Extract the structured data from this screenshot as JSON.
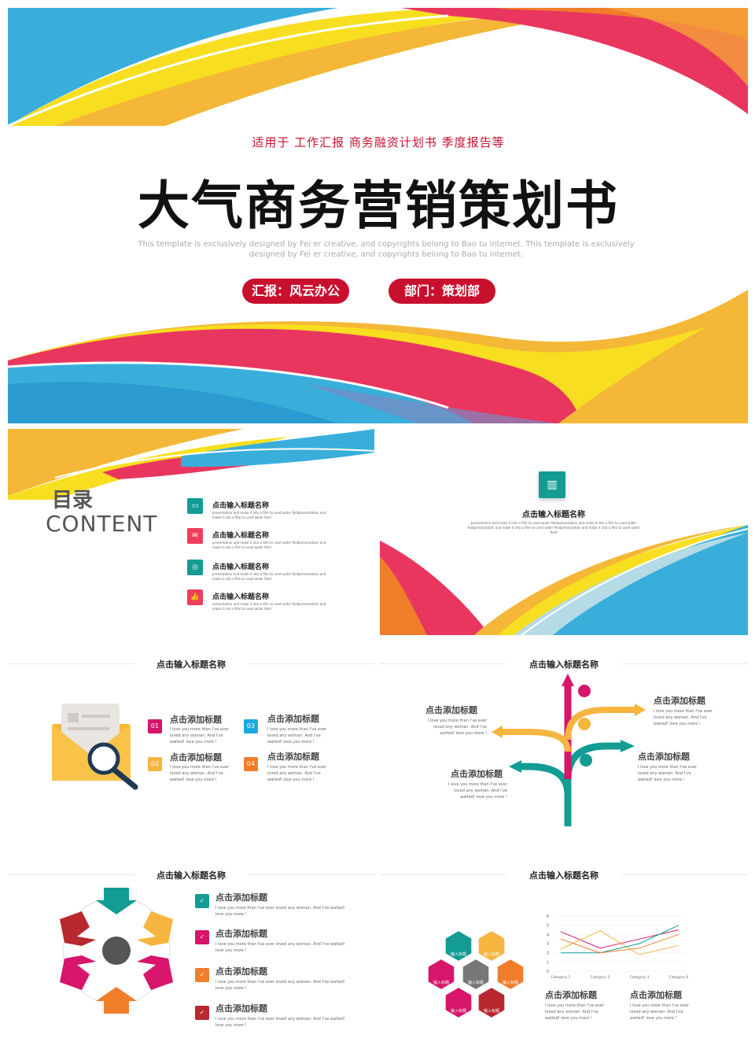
{
  "cover": {
    "subtitle": "适用于  工作汇报  商务融资计划书  季度报告等",
    "title": "大气商务营销策划书",
    "english": "This template is exclusively designed by Fei er creative, and copyrights belong to Bao tu internet. This template is exclusively designed by Fei er creative, and copyrights belong to Bao tu internet.",
    "reporter": "汇报：风云办公",
    "department": "部门：策划部"
  },
  "toc": {
    "title_cn": "目录",
    "title_en": "CONTENT",
    "items": [
      {
        "title": "点击输入标题名称",
        "desc": "presentation and make it into a film to used wider fieldpresentation and make it into a film to used wider field",
        "color": "#139c94",
        "icon": "monitor-icon"
      },
      {
        "title": "点击输入标题名称",
        "desc": "presentation and make it into a film to used wider fieldpresentation and make it into a film to used wider field",
        "color": "#ef3e5c",
        "icon": "mail-icon"
      },
      {
        "title": "点击输入标题名称",
        "desc": "presentation and make it into a film to used wider fieldpresentation and make it into a film to used wider field",
        "color": "#139c94",
        "icon": "basketball-icon"
      },
      {
        "title": "点击输入标题名称",
        "desc": "presentation and make it into a film to used wider fieldpresentation and make it into a film to used wider field",
        "color": "#ef3e5c",
        "icon": "thumbs-up-icon"
      }
    ]
  },
  "section": {
    "title": "点击输入标题名称",
    "desc": "presentation and make it into a film to used wider fieldpresentation and make it into a film to used wider fieldpresentation and make it into a film to used wider fieldpresentation and make it into a film to used wider field",
    "icon": "chart-icon"
  },
  "slide3": {
    "title": "点击输入标题名称",
    "items": [
      {
        "num": "01",
        "heading": "点击添加标题",
        "body": "I love you more than I've ever loved any woman. And I've waited! love you more !",
        "color": "#d6156b"
      },
      {
        "num": "03",
        "heading": "点击添加标题",
        "body": "I love you more than I've ever loved any woman. And I've waited! love you more !",
        "color": "#1aa9e0"
      },
      {
        "num": "02",
        "heading": "点击添加标题",
        "body": "I love you more than I've ever loved any woman. And I've waited! love you more !",
        "color": "#f6b53f"
      },
      {
        "num": "04",
        "heading": "点击添加标题",
        "body": "I love you more than I've ever loved any woman. And I've waited! love you more !",
        "color": "#f07d2a"
      }
    ]
  },
  "slide4": {
    "title": "点击输入标题名称",
    "items": [
      {
        "heading": "点击添加标题",
        "body": "I love you more than I've ever loved any woman. And I've waited! love you more !"
      },
      {
        "heading": "点击添加标题",
        "body": "I love you more than I've ever loved any woman. And I've waited! love you more !"
      },
      {
        "heading": "点击添加标题",
        "body": "I love you more than I've ever loved any woman. And I've waited! love you more !"
      },
      {
        "heading": "点击添加标题",
        "body": "I love you more than I've ever loved any woman. And I've waited! love you more !"
      }
    ]
  },
  "slide5": {
    "title": "点击输入标题名称",
    "items": [
      {
        "heading": "点击添加标题",
        "body": "I love you more than I've ever loved any woman. And I've waited! love you more !",
        "color": "#139c94"
      },
      {
        "heading": "点击添加标题",
        "body": "I love you more than I've ever loved any woman. And I've waited! love you more !",
        "color": "#d6156b"
      },
      {
        "heading": "点击添加标题",
        "body": "I love you more than I've ever loved any woman. And I've waited! love you more !",
        "color": "#f07d2a"
      },
      {
        "heading": "点击添加标题",
        "body": "I love you more than I've ever loved any woman. And I've waited! love you more !",
        "color": "#b8282e"
      }
    ]
  },
  "slide6": {
    "title": "点击输入标题名称",
    "hex_labels": [
      "输入标题",
      "输入标题",
      "输入标题",
      "输入标题",
      "输入标题",
      "输入标题",
      "输入标题"
    ],
    "items": [
      {
        "heading": "点击添加标题",
        "body": "I love you more than I've ever loved any woman. And I've waited! love you more !"
      },
      {
        "heading": "点击添加标题",
        "body": "I love you more than I've ever loved any woman. And I've waited! love you more !"
      }
    ]
  },
  "chart_data": {
    "type": "line",
    "categories": [
      "Category 1",
      "Category 2",
      "Category 3",
      "Category 4"
    ],
    "ylim": [
      0,
      6
    ],
    "yticks": [
      "0",
      "1",
      "2",
      "3",
      "4",
      "5",
      "6"
    ],
    "series": [
      {
        "values": [
          4.3,
          2.5,
          3.5,
          4.5
        ],
        "color": "#d6156b"
      },
      {
        "values": [
          2.4,
          4.4,
          1.8,
          2.8
        ],
        "color": "#f6b53f"
      },
      {
        "values": [
          2.0,
          2.0,
          3.0,
          5.0
        ],
        "color": "#139c94"
      },
      {
        "values": [
          3.5,
          2.0,
          2.5,
          4.0
        ],
        "color": "#f07d2a"
      }
    ]
  }
}
